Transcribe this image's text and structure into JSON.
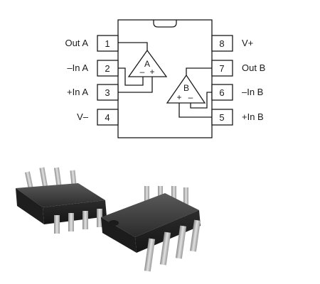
{
  "diagram": {
    "left_pins": [
      {
        "number": "1",
        "label": "Out A"
      },
      {
        "number": "2",
        "label": "–In A"
      },
      {
        "number": "3",
        "label": "+In A"
      },
      {
        "number": "4",
        "label": "V–"
      }
    ],
    "right_pins": [
      {
        "number": "8",
        "label": "V+"
      },
      {
        "number": "7",
        "label": "Out B"
      },
      {
        "number": "6",
        "label": "–In B"
      },
      {
        "number": "5",
        "label": "+In B"
      }
    ],
    "amplifiers": [
      {
        "letter": "A",
        "minus": "–",
        "plus": "+"
      },
      {
        "letter": "B",
        "minus": "–",
        "plus": "+"
      }
    ]
  },
  "photo": {
    "description_icon": "dip8-package-photo-icon"
  },
  "colors": {
    "line": "#1a1a1a",
    "chip_body": "#3a3a3a",
    "lead": "#b8b8b8"
  }
}
